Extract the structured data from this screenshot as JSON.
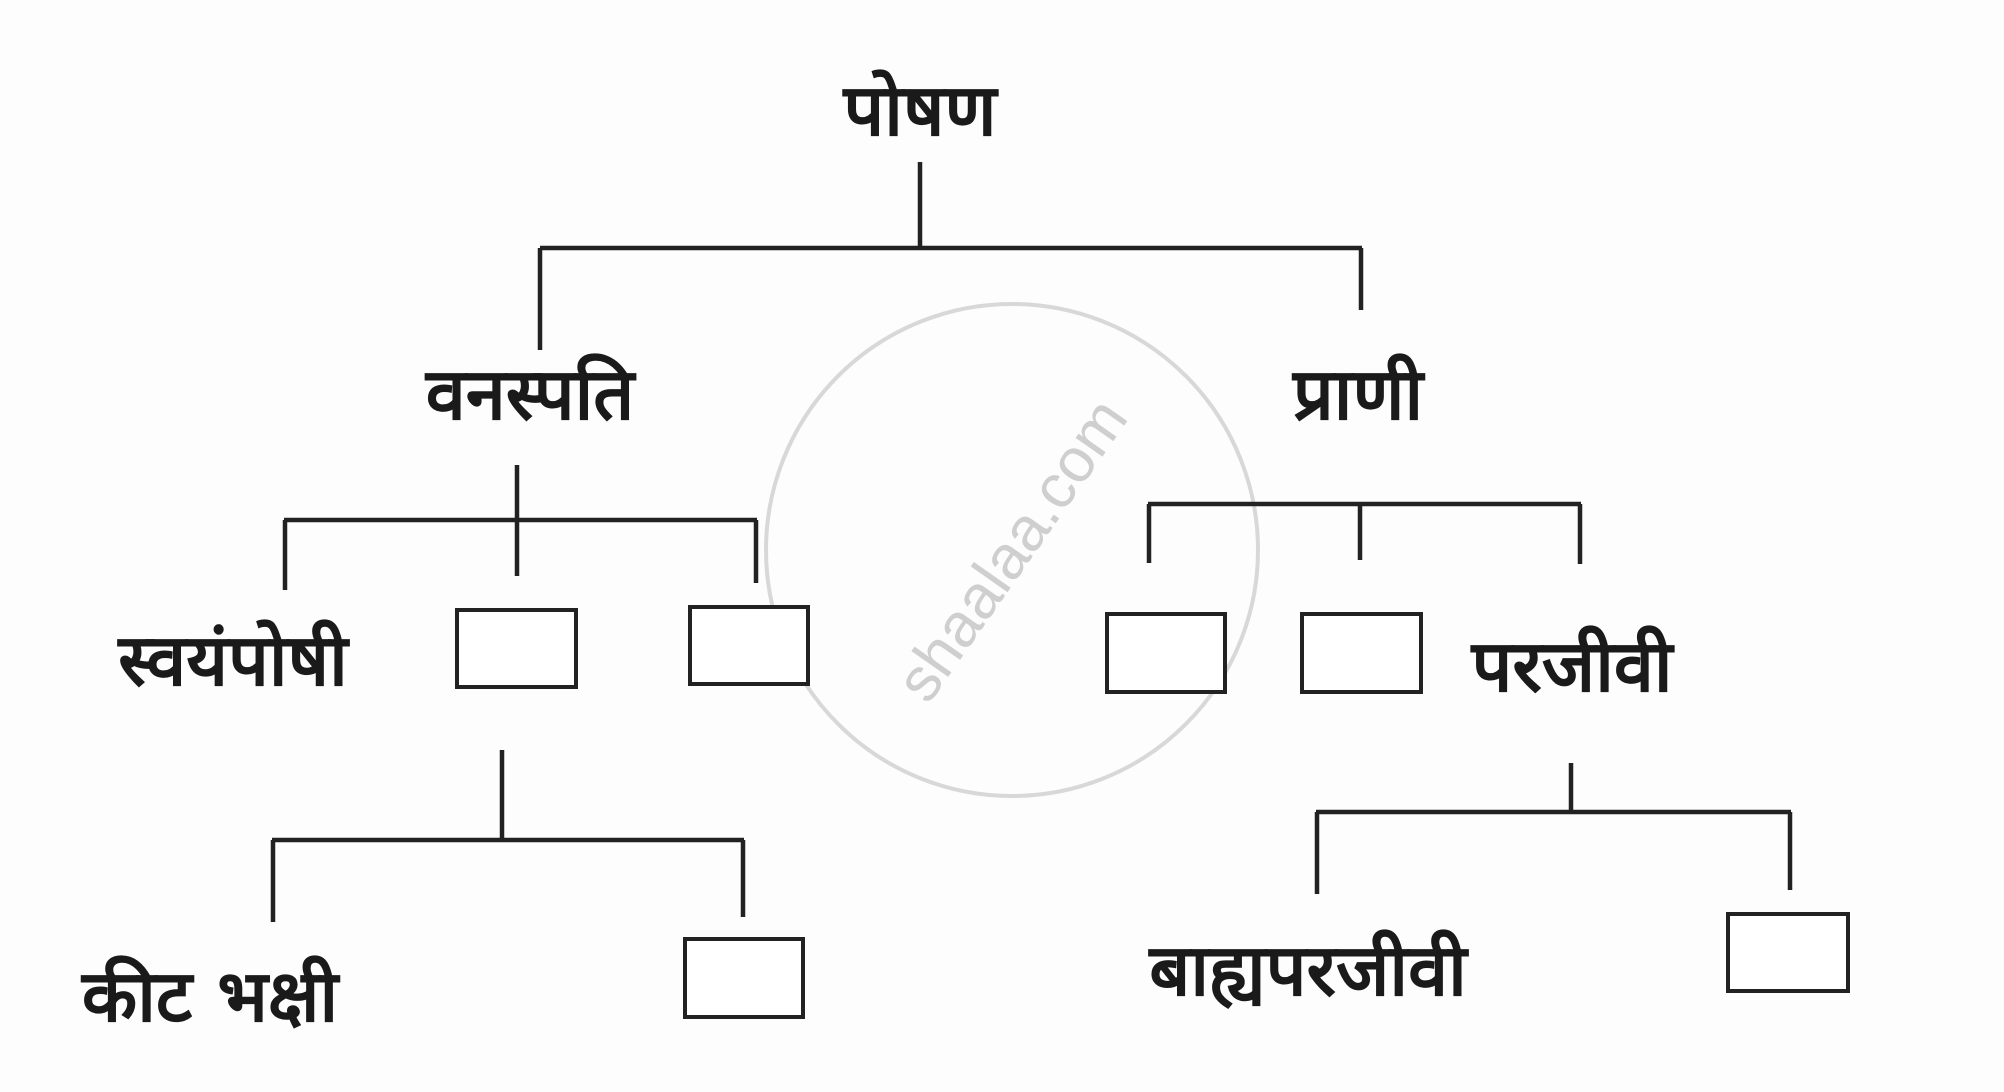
{
  "diagram": {
    "root": "पोषण",
    "branches": {
      "plants": "वनस्पति",
      "animals": "प्राणी"
    },
    "plant_children": {
      "autotroph": "स्वयंपोषी",
      "insectivore": "कीट भक्षी"
    },
    "animal_children": {
      "parasite": "परजीवी",
      "ectoparasite": "बाह्यपरजीवी"
    },
    "line_color": "#222222"
  },
  "watermark": "shaalaa.com"
}
